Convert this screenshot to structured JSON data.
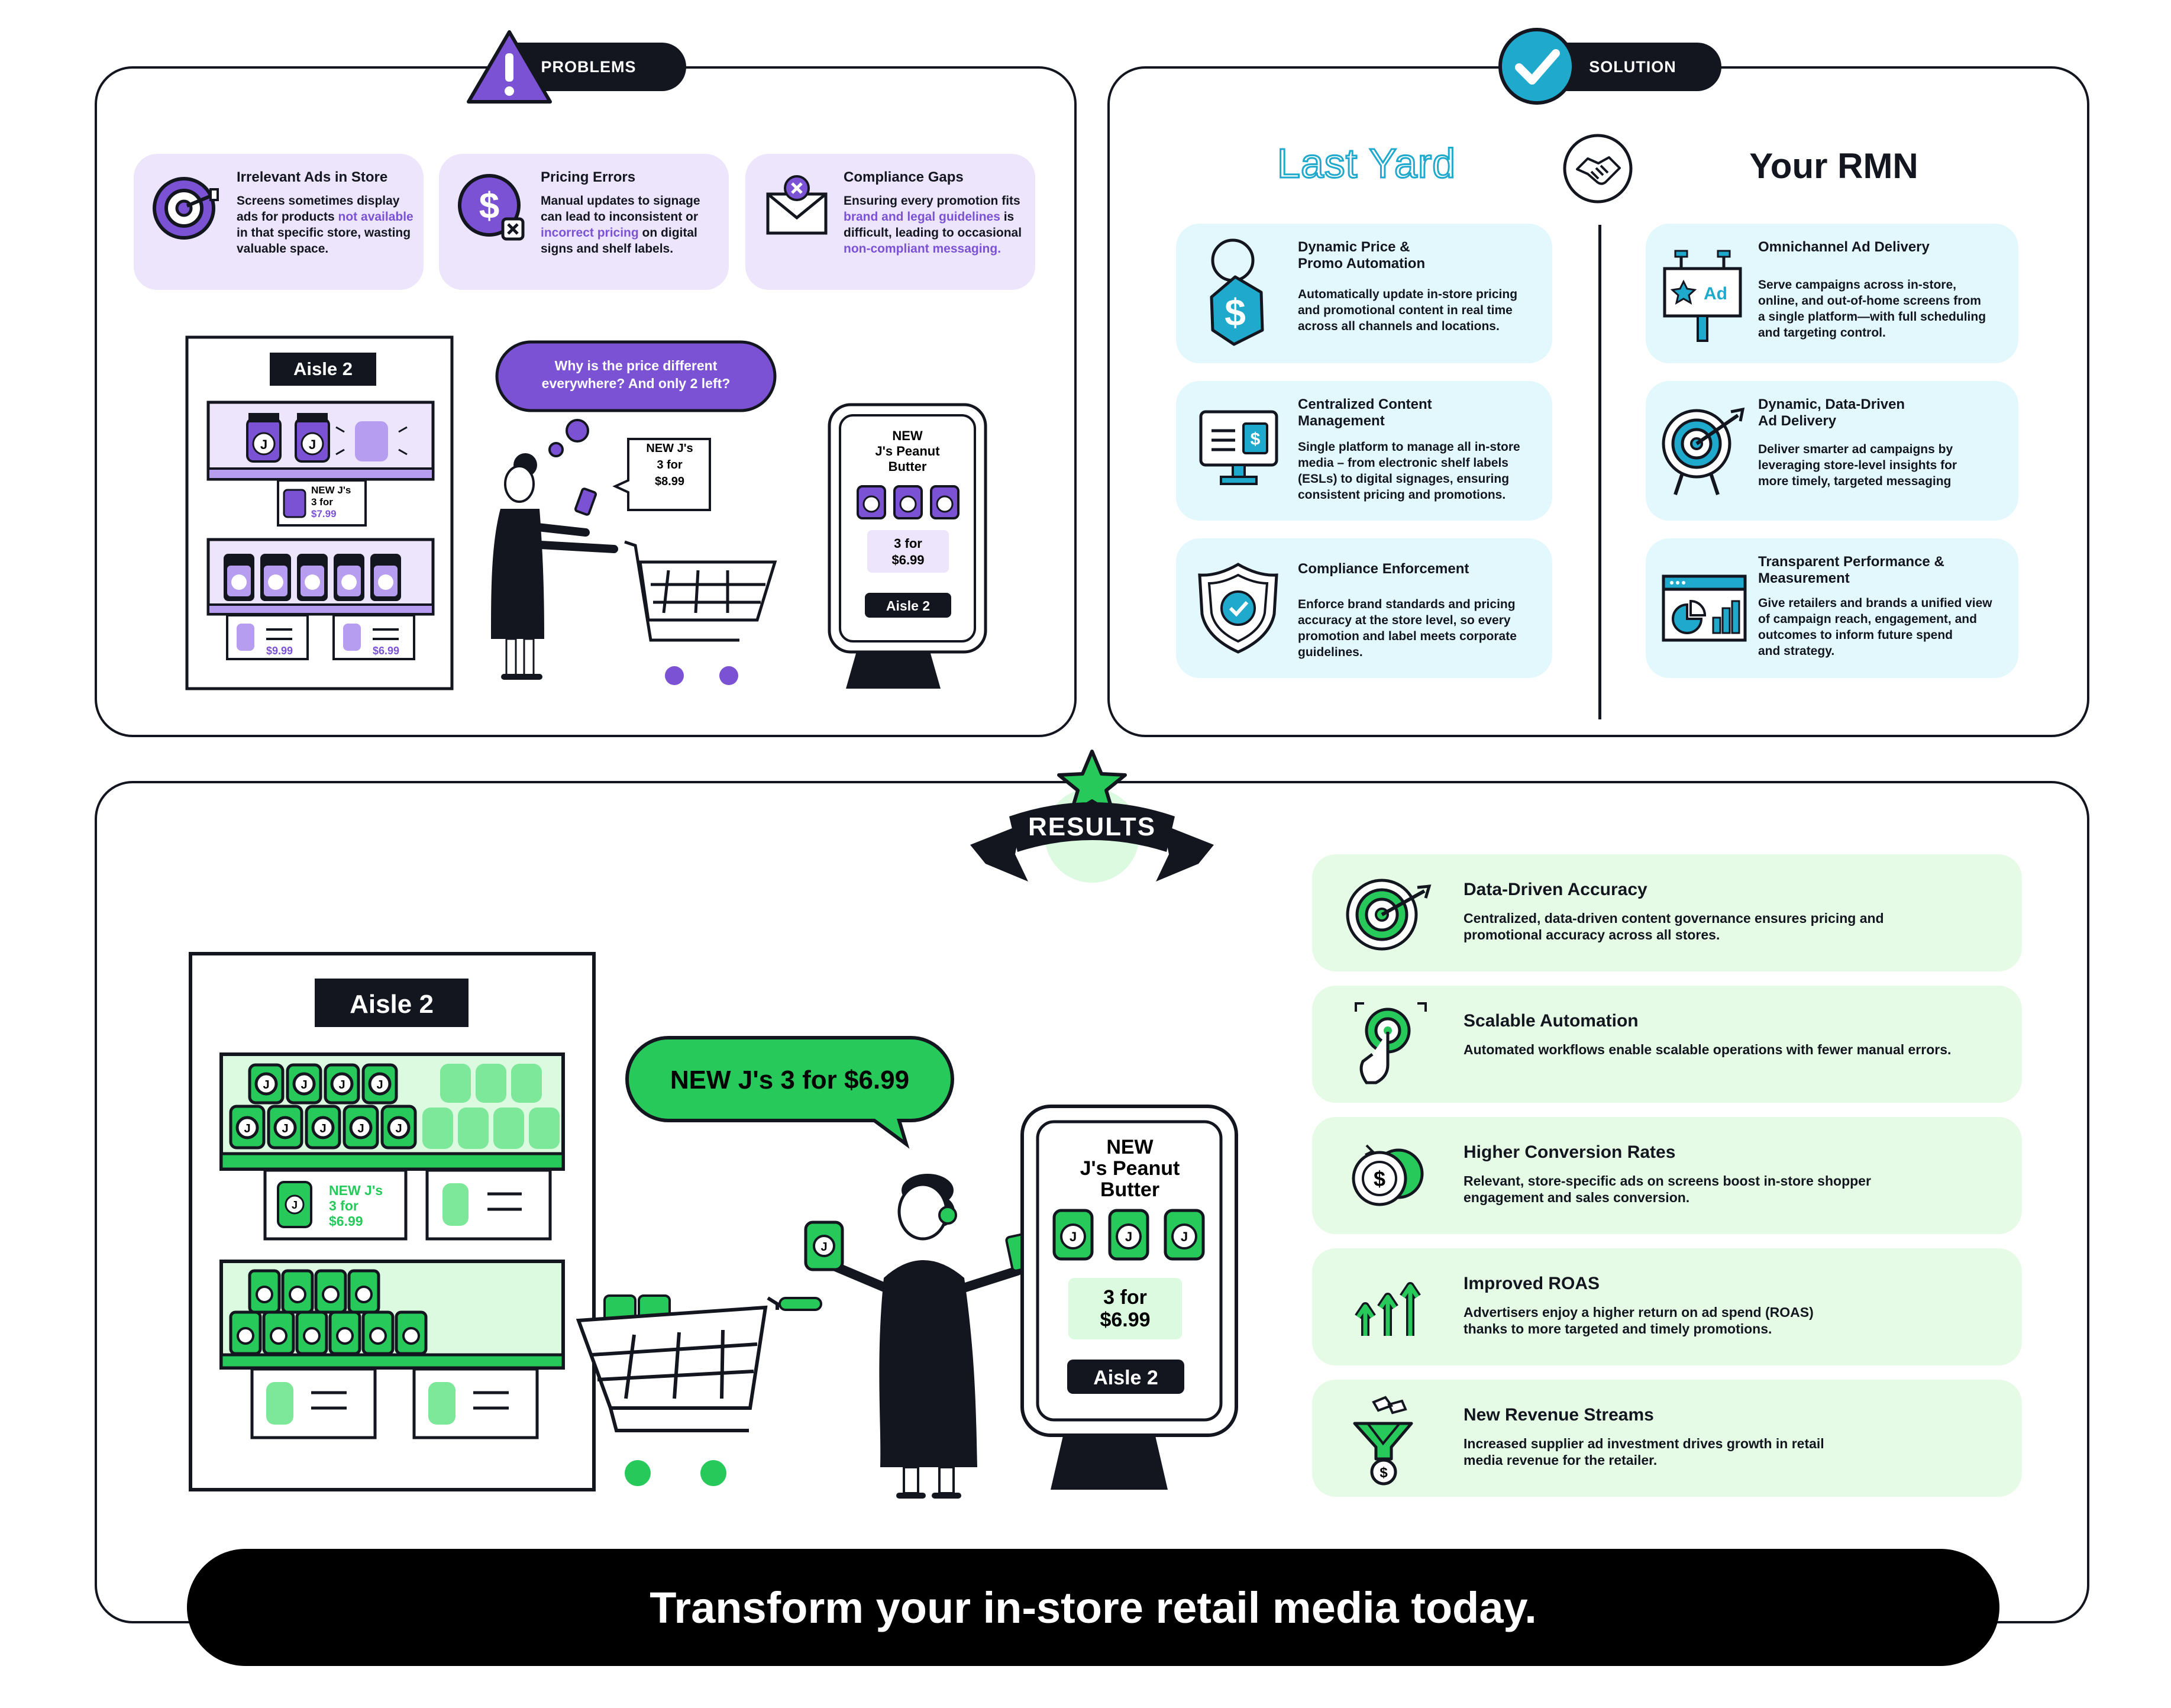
{
  "problems": {
    "badge": "PROBLEMS",
    "cards": [
      {
        "title": "Irrelevant Ads in Store",
        "desc_parts": [
          "Screens sometimes display ads for products ",
          "not available",
          " in that specific store, wasting valuable space."
        ]
      },
      {
        "title": "Pricing Errors",
        "desc_parts": [
          "Manual updates to signage can lead to inconsistent or ",
          "incorrect pricing",
          " on digital signs and shelf labels."
        ]
      },
      {
        "title": "Compliance Gaps",
        "desc_parts": [
          "Ensuring every promotion fits ",
          "brand and legal guidelines",
          " is difficult, leading to occasional ",
          "non-compliant messaging."
        ]
      }
    ],
    "scene": {
      "aisle": "Aisle 2",
      "shelf_tag": [
        "NEW J's",
        "3 for",
        "$7.99"
      ],
      "price_1": "$9.99",
      "price_2": "$6.99",
      "speech": [
        "Why is the price different",
        "everywhere? And only 2 left?"
      ],
      "phone_bubble": [
        "NEW J's",
        "3 for",
        "$8.99"
      ],
      "kiosk_title": [
        "NEW",
        "J's Peanut",
        "Butter"
      ],
      "kiosk_price": [
        "3 for",
        "$6.99"
      ],
      "kiosk_aisle": "Aisle 2",
      "jar_letter": "J"
    }
  },
  "solution": {
    "badge": "SOLUTION",
    "left_brand": "Last Yard",
    "right_brand": "Your RMN",
    "left_cards": [
      {
        "title": [
          "Dynamic Price &",
          "Promo Automation"
        ],
        "desc": [
          "Automatically update in-store pricing",
          "and promotional content in real time",
          "across all channels and locations."
        ]
      },
      {
        "title": [
          "Centralized Content",
          "Management"
        ],
        "desc": [
          "Single platform to manage all in-store",
          "media – from electronic shelf labels",
          "(ESLs) to digital signages, ensuring",
          "consistent pricing and promotions."
        ]
      },
      {
        "title": [
          "Compliance Enforcement"
        ],
        "desc": [
          "Enforce brand standards and pricing",
          "accuracy at the store level, so every",
          "promotion and label meets corporate",
          "guidelines."
        ]
      }
    ],
    "right_cards": [
      {
        "title": [
          "Omnichannel Ad Delivery"
        ],
        "desc": [
          "Serve campaigns across in-store,",
          "online, and out-of-home screens from",
          "a single platform—with full scheduling",
          "and targeting control."
        ]
      },
      {
        "title": [
          "Dynamic, Data-Driven",
          "Ad Delivery"
        ],
        "desc": [
          "Deliver smarter ad campaigns by",
          "leveraging store-level insights for",
          "more timely, targeted messaging"
        ]
      },
      {
        "title": [
          "Transparent Performance &",
          "Measurement"
        ],
        "desc": [
          "Give retailers and brands a unified view",
          "of campaign reach, engagement, and",
          "outcomes to inform future spend",
          "and strategy."
        ]
      }
    ],
    "ad_label": "Ad"
  },
  "results": {
    "badge": "RESULTS",
    "scene": {
      "aisle": "Aisle 2",
      "speech": "NEW J's 3 for $6.99",
      "shelf_tag": [
        "NEW J's",
        "3 for",
        "$6.99"
      ],
      "kiosk_title": [
        "NEW",
        "J's Peanut",
        "Butter"
      ],
      "kiosk_price": [
        "3 for",
        "$6.99"
      ],
      "kiosk_aisle": "Aisle 2",
      "jar_letter": "J"
    },
    "cards": [
      {
        "title": "Data-Driven Accuracy",
        "desc": [
          "Centralized, data-driven content governance ensures pricing and",
          "promotional accuracy across all stores."
        ]
      },
      {
        "title": "Scalable Automation",
        "desc": [
          "Automated workflows enable scalable operations with fewer manual errors."
        ]
      },
      {
        "title": "Higher Conversion Rates",
        "desc": [
          "Relevant, store-specific ads on screens boost in-store shopper",
          "engagement and sales conversion."
        ]
      },
      {
        "title": "Improved ROAS",
        "desc": [
          "Advertisers enjoy a higher return on ad spend (ROAS)",
          "thanks to more targeted and timely promotions."
        ]
      },
      {
        "title": "New Revenue Streams",
        "desc": [
          "Increased supplier ad investment drives growth in retail",
          "media revenue for the retailer."
        ]
      }
    ]
  },
  "cta": "Transform your in-store retail media today.",
  "colors": {
    "ink": "#13161f",
    "purple": "#7b52d4",
    "cyan": "#1fa9cc",
    "green": "#27c95b"
  }
}
